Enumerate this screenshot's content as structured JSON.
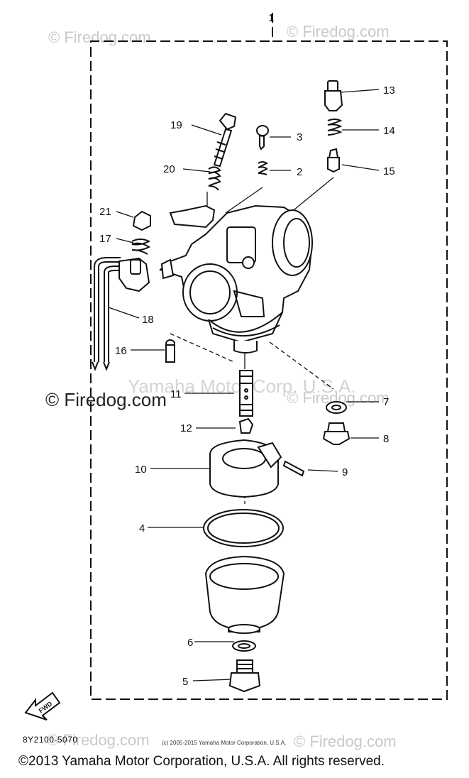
{
  "diagram": {
    "assembly_number": "1",
    "part_labels": [
      "2",
      "3",
      "4",
      "5",
      "6",
      "7",
      "8",
      "9",
      "10",
      "11",
      "12",
      "13",
      "14",
      "15",
      "16",
      "17",
      "18",
      "19",
      "20",
      "21"
    ],
    "reference_code": "8Y2100-5070",
    "fwd_label": "FWD"
  },
  "watermarks": {
    "site": "Firedog.com",
    "faded_text": "Yamaha Motor Corp. U.S.A."
  },
  "footer": {
    "small_copyright": "(c) 2005-2015 Yamaha Motor Corporation, U.S.A.",
    "copyright": "©2013 Yamaha Motor Corporation, U.S.A. All rights reserved."
  }
}
